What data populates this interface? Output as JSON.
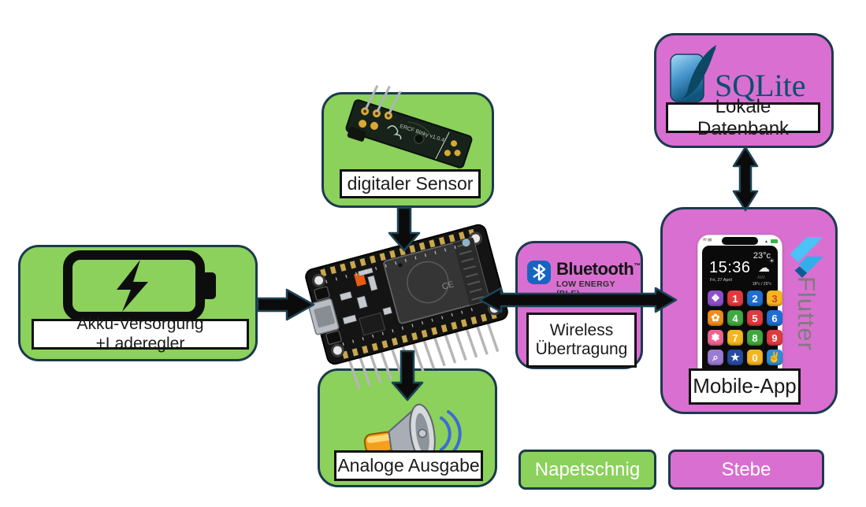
{
  "colors": {
    "green": "#8BD15C",
    "magenta": "#D96FD1",
    "box_border": "#1C3A4C",
    "label_border": "#101010",
    "arrow_fill": "#0B0B0B",
    "arrow_stroke": "#1D4456",
    "bluetooth_blue": "#1566C0",
    "sqlite_text": "#0D4F6E",
    "flutter_gray": "#7D7D7D"
  },
  "sensor_box": {
    "label": "digitaler Sensor",
    "pcb_text": "ERCF Binky v1.0.4"
  },
  "akku_box": {
    "label": "Akku-Versorgung +Laderegler"
  },
  "analog_box": {
    "label": "Analoge Ausgabe"
  },
  "wireless_box": {
    "line1": "Wireless",
    "line2": "Übertragung",
    "bt_name": "Bluetooth",
    "bt_tm": "™",
    "bt_sub": "LOW ENERGY (BLE)"
  },
  "db_box": {
    "label": "Lokale Datenbank",
    "logo": "SQLite"
  },
  "mobile_box": {
    "label": "Mobile-App",
    "framework": "Flutter"
  },
  "phone": {
    "time": "15:36",
    "date": "Fri, 27 April",
    "temp": "23°c",
    "range": "18°c / 25°c",
    "rain": "////",
    "dots": "• • • • •",
    "status_left": "✉ ▤",
    "wifi_icon": "▲",
    "cloud_icon": "☁",
    "sun_icon": "☀",
    "tiles": [
      {
        "glyph": "❖",
        "bg": "#8E4FC9"
      },
      {
        "glyph": "1",
        "bg": "#E0393E"
      },
      {
        "glyph": "2",
        "bg": "#1F6FD0"
      },
      {
        "glyph": "3",
        "bg": "#F4B51F",
        "fg": "#D23B2F"
      },
      {
        "glyph": "✿",
        "bg": "#F08C1B"
      },
      {
        "glyph": "4",
        "bg": "#3FA93F"
      },
      {
        "glyph": "5",
        "bg": "#E0393E"
      },
      {
        "glyph": "6",
        "bg": "#1F6FD0"
      },
      {
        "glyph": "✽",
        "bg": "#F06292"
      },
      {
        "glyph": "7",
        "bg": "#F4B51F"
      },
      {
        "glyph": "8",
        "bg": "#3FA93F"
      },
      {
        "glyph": "9",
        "bg": "#E0393E"
      },
      {
        "glyph": "⌕",
        "bg": "#9C7BD4"
      },
      {
        "glyph": "★",
        "bg": "#274B9F"
      },
      {
        "glyph": "0",
        "bg": "#F4B51F"
      },
      {
        "glyph": "✌",
        "bg": "#2C8FD6"
      }
    ]
  },
  "legend": {
    "green_label": "Napetschnig",
    "magenta_label": "Stebe"
  }
}
